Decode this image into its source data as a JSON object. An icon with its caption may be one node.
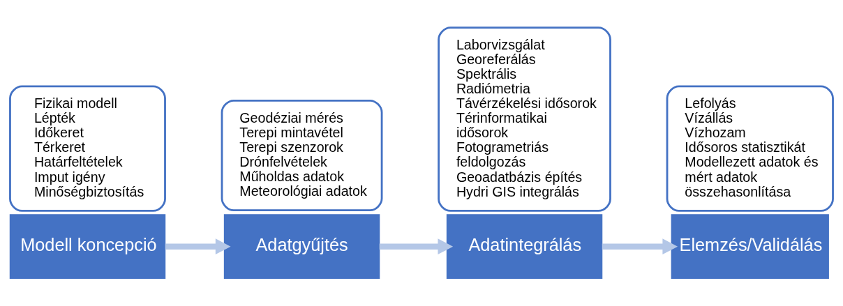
{
  "diagram": {
    "nodes": [
      {
        "text": [
          "Modell koncepció"
        ]
      },
      {
        "text": [
          "Fizikai modell",
          "Lépték",
          "Időkeret",
          "Térkeret",
          "Határfeltételek",
          "Imput igény",
          "Minőségbiztosítás"
        ]
      },
      {
        "text": [
          "Adatgyűjtés"
        ]
      },
      {
        "text": [
          "Geodéziai mérés",
          "Terepi mintavétel",
          "Terepi szenzorok",
          "Drónfelvételek",
          "Műholdas adatok",
          "Meteorológiai adatok"
        ]
      },
      {
        "text": [
          "Adatintegrálás"
        ]
      },
      {
        "text": [
          "Laborvizsgálat",
          "Georeferálás",
          "Spektrális",
          "Radiómetria",
          "Távérzékelési idősorok",
          "Térinformatikai idősorok",
          "Fotogrametriás feldolgozás",
          "Geoadatbázis építés",
          "Hydri GIS integrálás"
        ]
      },
      {
        "text": [
          "Elemzés/Validálás"
        ]
      },
      {
        "text": [
          "Lefolyás",
          "Vízállás",
          "Vízhozam",
          "Idősoros statisztikát",
          "Modellezett adatok és mért adatok összehasonlítása"
        ]
      }
    ],
    "edges": [
      {
        "from": 0,
        "to": 2,
        "arrow": "to"
      },
      {
        "from": 2,
        "to": 4,
        "arrow": "to"
      },
      {
        "from": 4,
        "to": 6,
        "arrow": "to"
      }
    ]
  }
}
